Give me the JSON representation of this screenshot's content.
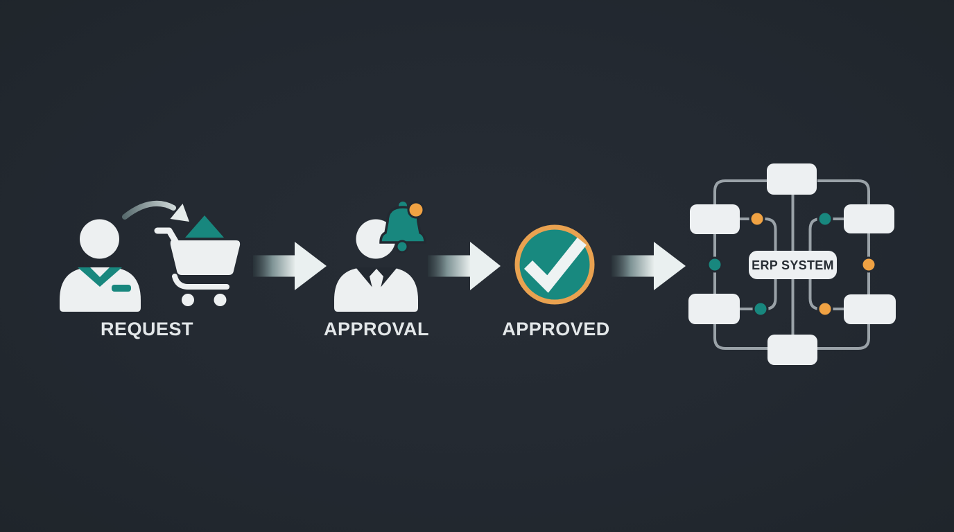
{
  "diagram": {
    "type": "procurement-workflow",
    "colors": {
      "background": "#232931",
      "icon_white": "#edf0f1",
      "teal": "#18877e",
      "orange": "#f0a243",
      "orange_ring": "#e9a250",
      "connector_gray": "#9aa2a8",
      "label_text": "#e3e7e9",
      "erp_text": "#272d34"
    },
    "stages": [
      {
        "id": "request",
        "label": "REQUEST",
        "icons": [
          "requester-person-icon",
          "curved-arrow-icon",
          "shopping-cart-icon",
          "cart-item-triangle-icon"
        ]
      },
      {
        "id": "approval",
        "label": "APPROVAL",
        "icons": [
          "approver-person-icon",
          "notification-bell-icon",
          "notification-badge-icon"
        ]
      },
      {
        "id": "approved",
        "label": "APPROVED",
        "icons": [
          "check-circle-icon"
        ]
      },
      {
        "id": "erp-system",
        "label": "ERP SYSTEM",
        "icons": [
          "erp-network-icon"
        ]
      }
    ],
    "flow_arrows": 3,
    "erp_network": {
      "center_label": "ERP SYSTEM",
      "outer_node_count": 6,
      "connector_dots": [
        {
          "color": "orange",
          "position": "upper-left"
        },
        {
          "color": "teal",
          "position": "upper-right"
        },
        {
          "color": "teal",
          "position": "left"
        },
        {
          "color": "orange",
          "position": "right"
        },
        {
          "color": "teal",
          "position": "lower-left"
        },
        {
          "color": "orange",
          "position": "lower-right"
        }
      ]
    }
  },
  "stages": [
    {
      "label": "REQUEST"
    },
    {
      "label": "APPROVAL"
    },
    {
      "label": "APPROVED"
    }
  ],
  "erp_network": {
    "center_label": "ERP SYSTEM"
  }
}
